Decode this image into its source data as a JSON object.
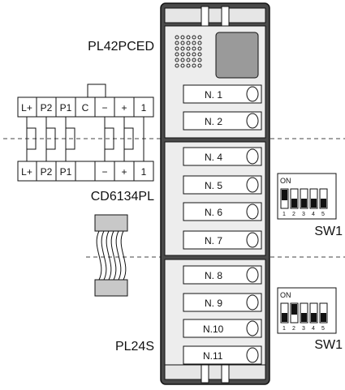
{
  "modules": {
    "top_label": "PL42PCED",
    "middle_label": "CD6134PL",
    "bottom_label": "PL24S"
  },
  "terminal_block_top": [
    "L+",
    "P2",
    "P1",
    "C",
    "−",
    "+",
    "1"
  ],
  "terminal_block_bottom": [
    "L+",
    "P2",
    "P1",
    "",
    "−",
    "+",
    "1"
  ],
  "buttons": {
    "top": [
      "N. 1",
      "N. 2"
    ],
    "middle": [
      "N. 4",
      "N. 5",
      "N. 6",
      "N. 7"
    ],
    "bottom": [
      "N. 8",
      "N. 9",
      "N.10",
      "N.11"
    ]
  },
  "dip_switches": [
    {
      "name": "SW1",
      "on_label": "ON",
      "numbers": [
        "1",
        "2",
        "3",
        "4",
        "5"
      ],
      "on_positions": [
        1
      ]
    },
    {
      "name": "SW1",
      "on_label": "ON",
      "numbers": [
        "1",
        "2",
        "3",
        "4",
        "5"
      ],
      "on_positions": [
        2
      ]
    }
  ]
}
